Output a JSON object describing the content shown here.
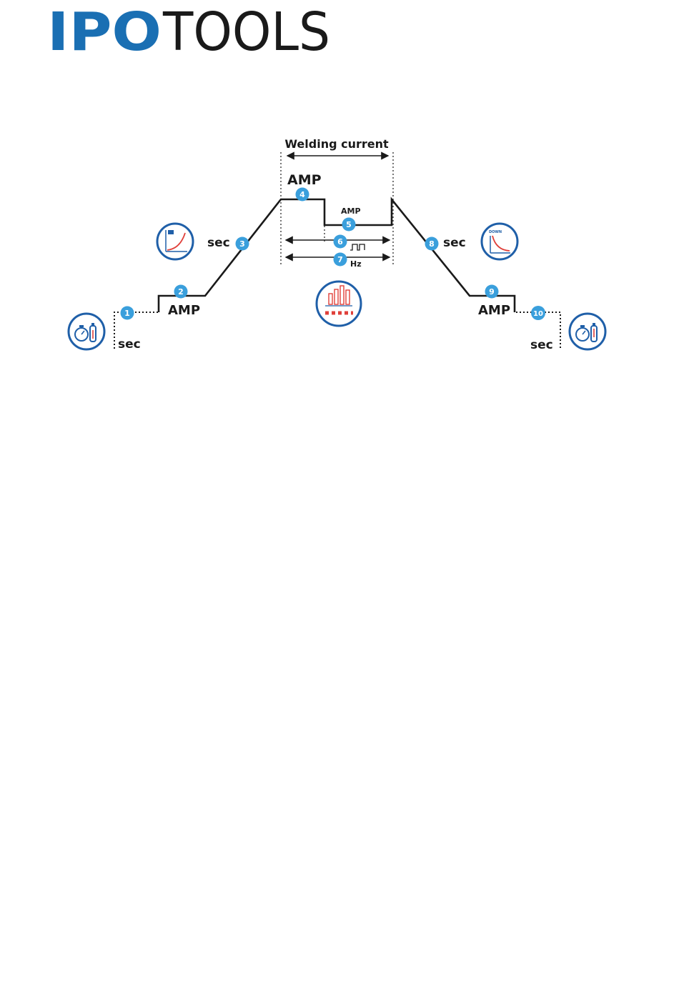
{
  "brand": {
    "logo_bold": "IPO",
    "logo_light": "TOOLS",
    "colors": {
      "primary": "#1a6fb3",
      "dark": "#1a1a1a"
    }
  },
  "diagram": {
    "title": "Welding current",
    "labels": {
      "amp_peak": "AMP",
      "amp_base": "AMP",
      "amp_start": "AMP",
      "amp_end": "AMP",
      "sec_pregas": "sec",
      "sec_upslope": "sec",
      "sec_downslope": "sec",
      "sec_postgas": "sec",
      "hz": "Hz",
      "downslope_icon_text": "DOWN"
    },
    "steps": [
      "1",
      "2",
      "3",
      "4",
      "5",
      "6",
      "7",
      "8",
      "9",
      "10"
    ],
    "colors": {
      "badge": "#3a9fdc",
      "line": "#1a1a1a",
      "icon_ring": "#1f5fa8",
      "accent": "#e0403a"
    },
    "icons": [
      "pre-gas-timer-icon",
      "upslope-icon",
      "pulse-bars-icon",
      "downslope-icon",
      "post-gas-timer-icon"
    ]
  }
}
